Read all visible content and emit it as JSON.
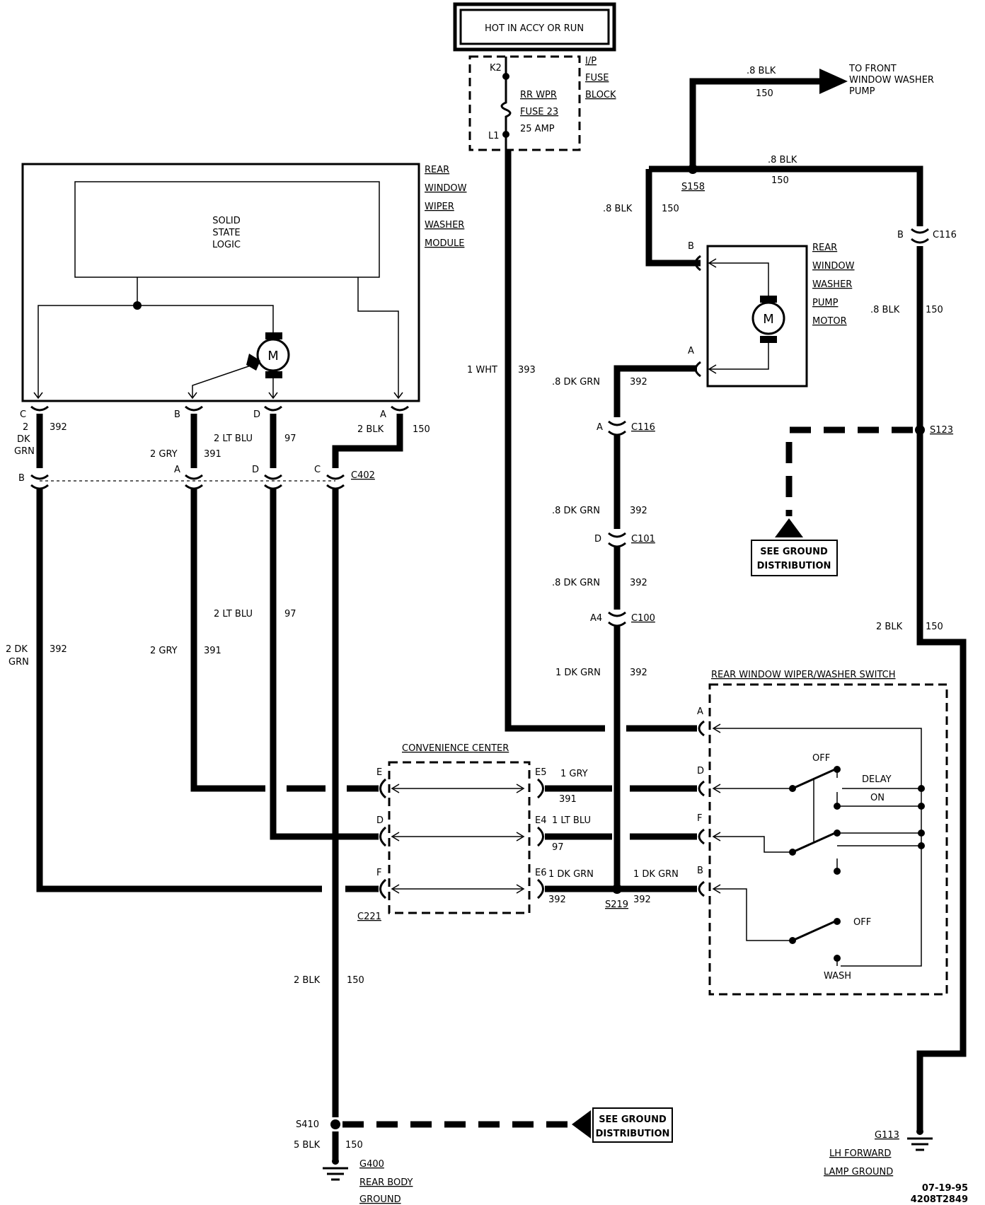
{
  "power": {
    "label": "HOT IN ACCY OR RUN"
  },
  "fuse_block": {
    "title_lines": [
      "I/P",
      "FUSE",
      "BLOCK"
    ],
    "fuse_lines": [
      "RR WPR",
      "FUSE 23",
      "25 AMP"
    ],
    "pin_top": "K2",
    "pin_bottom": "L1"
  },
  "wiper_module": {
    "title_lines": [
      "REAR",
      "WINDOW",
      "WIPER",
      "WASHER",
      "MODULE"
    ],
    "logic_lines": [
      "SOLID",
      "STATE",
      "LOGIC"
    ],
    "motor_symbol": "M",
    "pins": [
      "C",
      "B",
      "D",
      "A"
    ]
  },
  "pump_motor": {
    "title_lines": [
      "REAR",
      "WINDOW",
      "WASHER",
      "PUMP",
      "MOTOR"
    ],
    "motor_symbol": "M",
    "pin_b": "B",
    "pin_a": "A"
  },
  "front_washer": {
    "lines": [
      "TO FRONT",
      "WINDOW WASHER",
      "PUMP"
    ]
  },
  "wires": {
    "blk_8_top_gauge": ".8 BLK",
    "blk_8_top_circuit": "150",
    "blk_8_mid_gauge": ".8 BLK",
    "blk_8_mid_circuit": "150",
    "blk_8_left_gauge": ".8 BLK",
    "blk_8_left_circuit": "150",
    "blk_8_right_gauge": ".8 BLK",
    "blk_8_right_circuit": "150",
    "wht_gauge": "1 WHT",
    "wht_circuit": "393",
    "dkgrn_a_gauge": ".8 DK GRN",
    "dkgrn_a_circuit": "392",
    "dkgrn_b_gauge": ".8 DK GRN",
    "dkgrn_b_circuit": "392",
    "dkgrn_c_gauge": ".8 DK GRN",
    "dkgrn_c_circuit": "392",
    "dkgrn_d_gauge": "1 DK GRN",
    "dkgrn_d_circuit": "392",
    "blk2_right_gauge": "2 BLK",
    "blk2_right_circuit": "150",
    "mod_c_gauge_lines": [
      "2",
      "DK",
      "GRN"
    ],
    "mod_c_circuit": "392",
    "mod_b_gauge": "2 GRY",
    "mod_b_circuit": "391",
    "mod_d_gauge": "2 LT BLU",
    "mod_d_circuit": "97",
    "mod_a_gauge": "2 BLK",
    "mod_a_circuit": "150",
    "low_dkgrn_gauge_lines": [
      "2 DK",
      "GRN"
    ],
    "low_dkgrn_circuit": "392",
    "low_gry_gauge": "2 GRY",
    "low_gry_circuit": "391",
    "low_ltblu_gauge": "2 LT BLU",
    "low_ltblu_circuit": "97",
    "low_blk_gauge": "2 BLK",
    "low_blk_circuit": "150",
    "bottom_blk_gauge": "5 BLK",
    "bottom_blk_circuit": "150",
    "e5_gauge": "1 GRY",
    "e5_circuit": "391",
    "e4_gauge": "1 LT BLU",
    "e4_circuit": "97",
    "e6_gauge": "1 DK GRN",
    "e6_circuit": "392",
    "sw_b_gauge": "1 DK GRN",
    "sw_b_circuit": "392"
  },
  "splices": {
    "s158": "S158",
    "s123": "S123",
    "s219": "S219",
    "s410": "S410"
  },
  "connectors": {
    "c116_top_pin": "B",
    "c116_top": "C116",
    "c116_mid_pin": "A",
    "c116_mid": "C116",
    "c101_pin": "D",
    "c101": "C101",
    "c100_pin": "A4",
    "c100": "C100",
    "c402": "C402",
    "c402_pins": [
      "B",
      "A",
      "D",
      "C"
    ],
    "c221": "C221",
    "conv_left_pins": [
      "E",
      "D",
      "F"
    ],
    "conv_right_pins": [
      "E5",
      "E4",
      "E6"
    ]
  },
  "convenience_center": {
    "title": "CONVENIENCE CENTER"
  },
  "switch": {
    "title": "REAR WINDOW WIPER/WASHER SWITCH",
    "pins": [
      "A",
      "D",
      "F",
      "B"
    ],
    "off1": "OFF",
    "delay": "DELAY",
    "on": "ON",
    "off2": "OFF",
    "wash": "WASH"
  },
  "ground_dist": {
    "right_lines": [
      "SEE GROUND",
      "DISTRIBUTION"
    ],
    "bottom_lines": [
      "SEE GROUND",
      "DISTRIBUTION"
    ]
  },
  "grounds": {
    "g400_lines": [
      "G400",
      "REAR BODY",
      "GROUND"
    ],
    "g113_lines": [
      "G113",
      "LH FORWARD",
      "LAMP GROUND"
    ]
  },
  "footer": {
    "date": "07-19-95",
    "code": "4208T2849"
  }
}
